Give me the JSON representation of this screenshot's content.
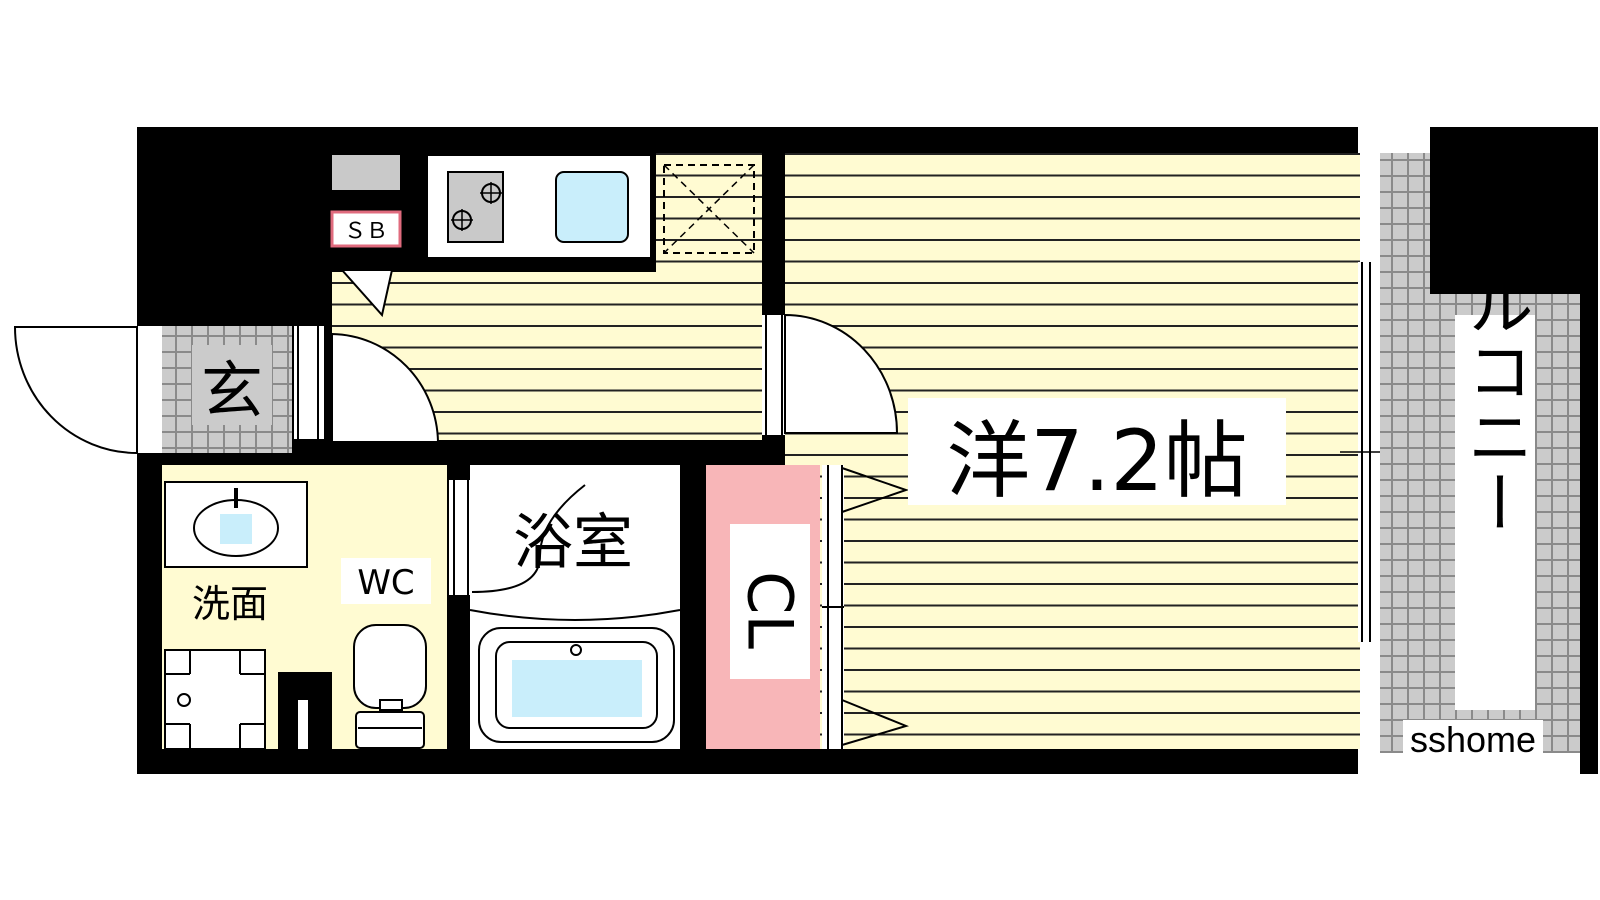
{
  "floor_plan": {
    "rooms": {
      "western_room": "洋7.2帖",
      "bathroom": "浴室",
      "closet": "CL",
      "toilet": "WC",
      "washroom": "洗面",
      "entrance": "玄",
      "shoe_box": "ＳＢ",
      "balcony": "バルコニー"
    },
    "watermark": "sshome",
    "colors": {
      "wall": "#000000",
      "floor_yellow": "#fffbd2",
      "floor_line": "#222222",
      "closet_pink": "#f8b6b8",
      "tile_gray": "#c8c8c8",
      "fixture_blue": "#c9eefb",
      "shoebox_gray": "#c9c9c9",
      "shoebox_label_border": "#e06b7e"
    },
    "icons": [
      "stove-icon",
      "sink-icon",
      "toilet-icon",
      "bathtub-icon",
      "washbasin-icon",
      "washing-machine-icon",
      "refrigerator-space-icon"
    ]
  }
}
